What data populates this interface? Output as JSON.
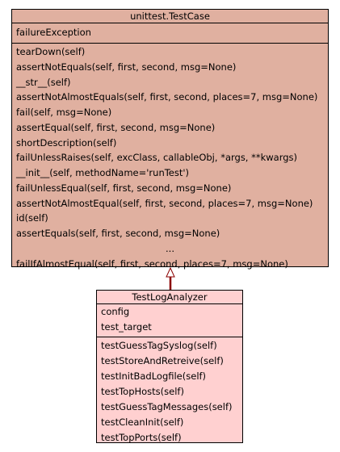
{
  "testcase": {
    "name": "unittest.TestCase",
    "attributes": [
      "failureException"
    ],
    "methods": [
      "tearDown(self)",
      "assertNotEquals(self, first, second, msg=None)",
      "__str__(self)",
      "assertNotAlmostEquals(self, first, second, places=7, msg=None)",
      "fail(self, msg=None)",
      "assertEqual(self, first, second, msg=None)",
      "shortDescription(self)",
      "failUnlessRaises(self, excClass, callableObj, *args, **kwargs)",
      "__init__(self, methodName='runTest')",
      "failUnlessEqual(self, first, second, msg=None)",
      "assertNotAlmostEqual(self, first, second, places=7, msg=None)",
      "id(self)",
      "assertEquals(self, first, second, msg=None)",
      "...",
      "failIfAlmostEqual(self, first, second, places=7, msg=None)"
    ]
  },
  "analyzer": {
    "name": "TestLogAnalyzer",
    "attributes": [
      "config",
      "test_target"
    ],
    "methods": [
      "testGuessTagSyslog(self)",
      "testStoreAndRetreive(self)",
      "testInitBadLogfile(self)",
      "testTopHosts(self)",
      "testGuessTagMessages(self)",
      "testCleanInit(self)",
      "testTopPorts(self)"
    ]
  },
  "colors": {
    "testcase_fill": "#e0b0a0",
    "analyzer_fill": "#ffd0d0",
    "inheritance_line": "#8b0000"
  }
}
